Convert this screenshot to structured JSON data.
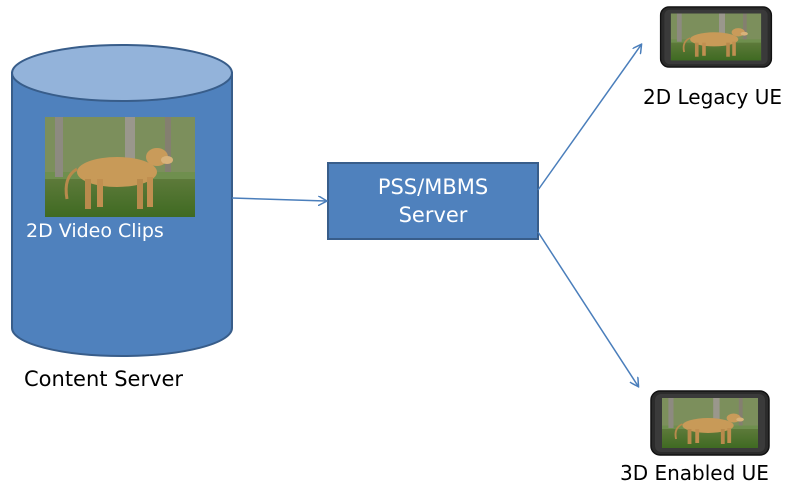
{
  "labels": {
    "content_server": "Content Server",
    "video_clips": "2D Video Clips",
    "server_line1": "PSS/MBMS",
    "server_line2": "Server",
    "legacy_ue": "2D Legacy UE",
    "enabled_ue": "3D Enabled UE"
  },
  "colors": {
    "cylinder_fill": "#4f81bd",
    "cylinder_top": "#93b3da",
    "outline": "#385d8a",
    "arrow": "#4a7ebb"
  },
  "icons": {
    "video_thumbnail": "lioness-photo",
    "device": "phone-icon"
  }
}
